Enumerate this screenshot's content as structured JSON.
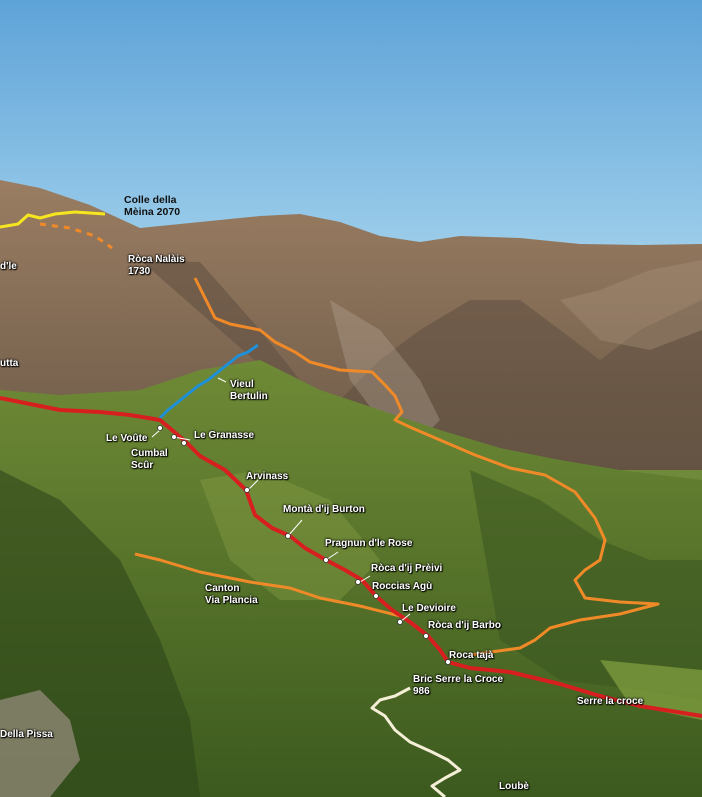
{
  "colors": {
    "sky_top": "#5ea3d8",
    "sky_bottom": "#a9d6ee",
    "mountain": "#8b6f55",
    "forest": "#4e6e25",
    "trail_red": "#d81f1f",
    "trail_orange": "#f08a28",
    "trail_yellow": "#f6e620",
    "trail_blue": "#1e90d8",
    "trail_white": "#f4efd6",
    "label_text": "#ffffff",
    "dark_text": "#111111"
  },
  "labels": {
    "colle_meina": {
      "line1": "Colle della",
      "line2": "Mèina 2070"
    },
    "partial_dle": "d'le",
    "roca_nalais": {
      "line1": "Ròca Nalàis",
      "line2": "1730"
    },
    "partial_utta": "utta",
    "vieul_bertulin": {
      "line1": "Vieul",
      "line2": "Bertulin"
    },
    "le_voute": "Le Voûte",
    "le_granasse": "Le Granasse",
    "cumbal_scur": {
      "line1": "Cumbal",
      "line2": "Scûr"
    },
    "arvinass": "Arvinass",
    "monta_burton": "Montà d'ij Burton",
    "pragnun_rose": "Pragnun d'le Rose",
    "roca_preivi": "Ròca d'ij Prèivi",
    "roccias_agu": "Roccias Agù",
    "canton_via_plancia": {
      "line1": "Canton",
      "line2": "Via Plancia"
    },
    "le_devioire": "Le Devioire",
    "roca_barbo": "Ròca d'ij Barbo",
    "roca_taja": "Roca tajà",
    "bric_serre": {
      "line1": "Bric Serre la Croce",
      "line2": "986"
    },
    "serre_croce": "Serre la croce",
    "della_pissa": "Della Pissa",
    "loube": "Loubè"
  }
}
